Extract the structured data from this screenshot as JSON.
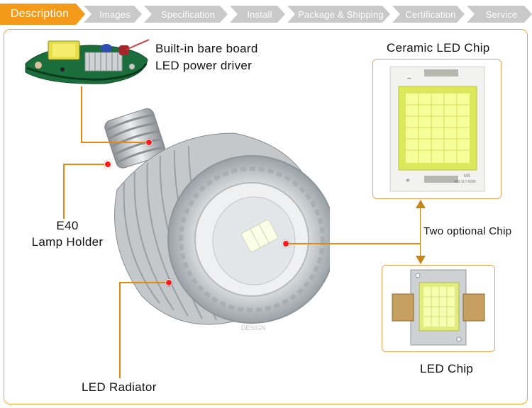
{
  "tabs": [
    {
      "label": "Description",
      "active": true
    },
    {
      "label": "Images",
      "active": false
    },
    {
      "label": "Specification",
      "active": false
    },
    {
      "label": "Install",
      "active": false
    },
    {
      "label": "Package & Shipping",
      "active": false
    },
    {
      "label": "Certification",
      "active": false
    },
    {
      "label": "Service",
      "active": false
    }
  ],
  "callouts": {
    "driver_line1": "Built-in bare board",
    "driver_line2": "LED power driver",
    "holder_line1": "E40",
    "holder_line2": "Lamp Holder",
    "radiator": "LED Radiator",
    "ceramic_chip": "Ceramic LED Chip",
    "optional": "Two optional Chip",
    "led_chip": "LED Chip"
  },
  "chip_marks": {
    "model": "MS",
    "code": "400-117-5280",
    "plus": "+",
    "minus": "−"
  },
  "colors": {
    "accent": "#f39a1b",
    "tab_inactive": "#c9c9c9",
    "callout_dot": "#ff1a1a",
    "callout_line": "#e08a14",
    "panel_border": "#f3a23a"
  }
}
